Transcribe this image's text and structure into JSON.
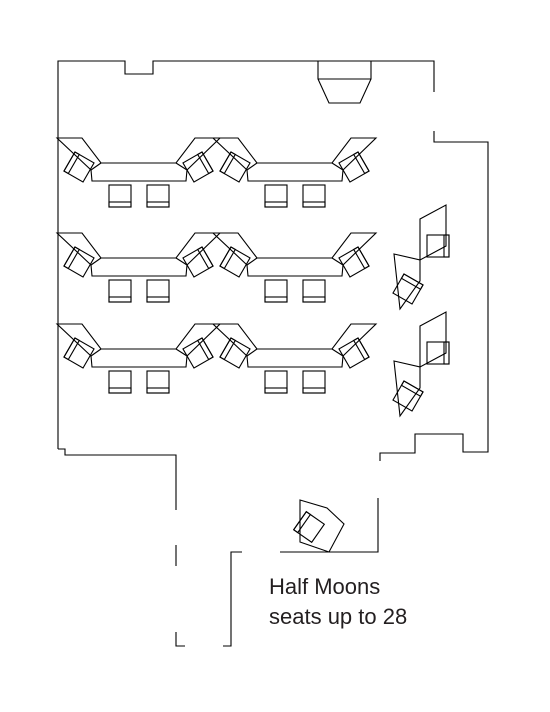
{
  "caption": {
    "line1": "Half Moons",
    "line2": "seats up to 28"
  },
  "layout_info": {
    "setup_name": "Half Moons",
    "capacity": 28,
    "half_moon_tables": 6,
    "chairs_per_half_moon": 4,
    "corner_tables": 3,
    "chairs_per_corner_table": 2,
    "colors": {
      "line": "#000000",
      "text": "#231f20",
      "background": "#ffffff"
    }
  }
}
